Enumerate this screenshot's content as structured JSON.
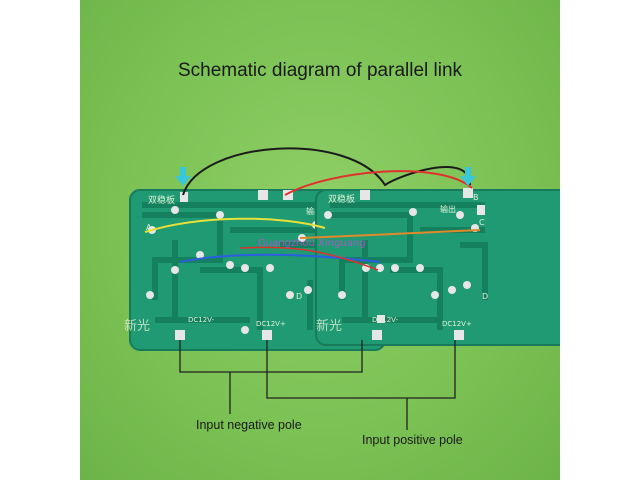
{
  "diagram": {
    "title": "Schematic diagram of parallel link",
    "labels": {
      "input_negative": "Input negative pole",
      "input_positive": "Input positive pole"
    },
    "board_markings": {
      "left_top_chinese": "双稳板",
      "right_top_chinese": "双稳板",
      "left_bottom_chinese": "新光",
      "right_bottom_chinese": "新光",
      "dc_negative": "DC12V-",
      "dc_positive": "DC12V+",
      "output": "输出",
      "pin_a": "A",
      "pin_b": "B",
      "pin_c": "C",
      "pin_d": "D"
    },
    "watermark": "Guangzhou Xinguang"
  },
  "colors": {
    "background": "#7cc255",
    "pcb": "#1f9a73",
    "pcb_edge": "#177a5b",
    "pad": "#e6e6e6",
    "arrow": "#38c8d8",
    "wire_black": "#1b1b1b",
    "wire_red": "#e0312c",
    "wire_yellow": "#e7e03a",
    "wire_orange": "#e08a2c",
    "wire_blue": "#2c5ee0",
    "leader_line": "#222222"
  },
  "icons": [
    "down-arrow-icon",
    "down-arrow-icon"
  ]
}
